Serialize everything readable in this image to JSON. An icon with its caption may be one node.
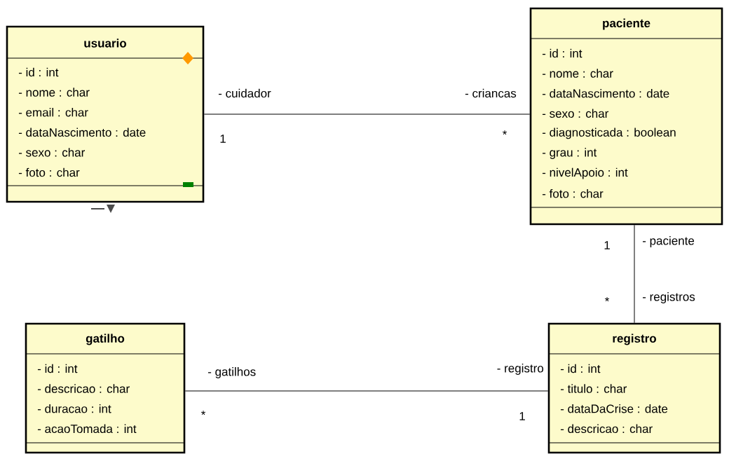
{
  "diagram": {
    "nodes": [
      {
        "text": [
          "usuario",
          "- id : int",
          "- nome : char",
          "- email : char",
          "- dataNascimento : date",
          "- sexo : char",
          "- foto : char"
        ]
      },
      {
        "text": [
          "paciente",
          "- id : int",
          "- nome : char",
          "- dataNascimento : date",
          "- sexo : char",
          "- diagnosticada : boolean",
          "- grau : int",
          "- nivelApoio : int",
          "- foto : char"
        ]
      },
      {
        "text": [
          "gatilho",
          "- id : int",
          "- descricao : char",
          "- duracao : int",
          "- acaoTomada : int"
        ]
      },
      {
        "text": [
          "registro",
          "- id : int",
          "- titulo : char",
          "- dataDaCrise : date",
          "- descricao : char"
        ]
      }
    ],
    "edges": [
      {
        "from": 0,
        "to": 1,
        "arrow": "none"
      },
      {
        "from": 1,
        "to": 3,
        "arrow": "none"
      },
      {
        "from": 2,
        "to": 3,
        "arrow": "none"
      }
    ],
    "labels": [
      "- cuidador",
      "- criancas",
      "1",
      "*",
      "1",
      "- paciente",
      "*",
      "- registros",
      "- registro",
      "- gatilhos",
      "*",
      "1"
    ]
  }
}
